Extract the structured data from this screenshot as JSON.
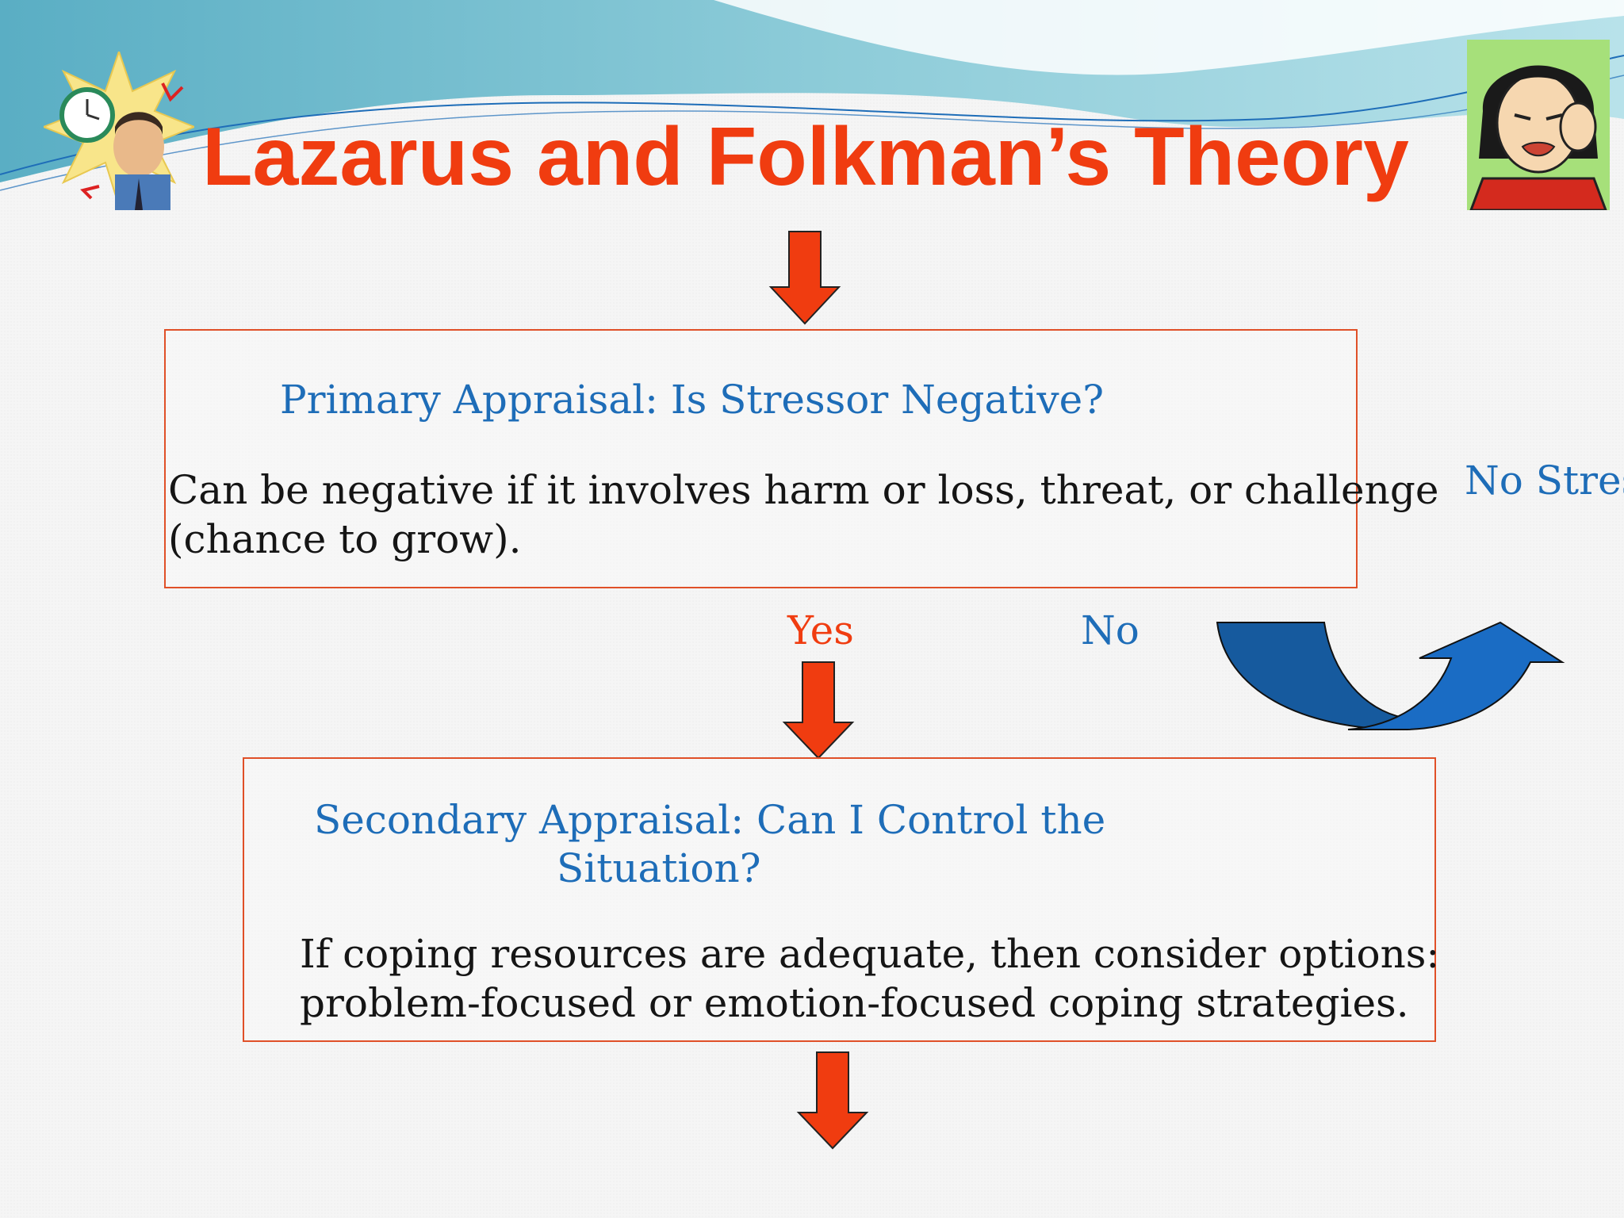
{
  "title": "Lazarus and Folkman’s Theory",
  "primary": {
    "heading": "Primary Appraisal:  Is Stressor Negative?",
    "body_line1": "Can be negative if it involves harm or loss, threat, or challenge",
    "body_line2": "(chance to grow)."
  },
  "branches": {
    "yes": "Yes",
    "no": "No",
    "no_stress": "No Stress"
  },
  "secondary": {
    "heading_line1": "Secondary Appraisal:  Can I Control the",
    "heading_line2": "Situation?",
    "body_line1": "If coping resources are adequate, then consider options:",
    "body_line2": "problem-focused or emotion-focused coping strategies."
  },
  "colors": {
    "title": "#f03c10",
    "heading": "#1e6db8",
    "arrow": "#f03c10",
    "curved_arrow": "#1a5ea8",
    "box_border": "#e05028"
  }
}
